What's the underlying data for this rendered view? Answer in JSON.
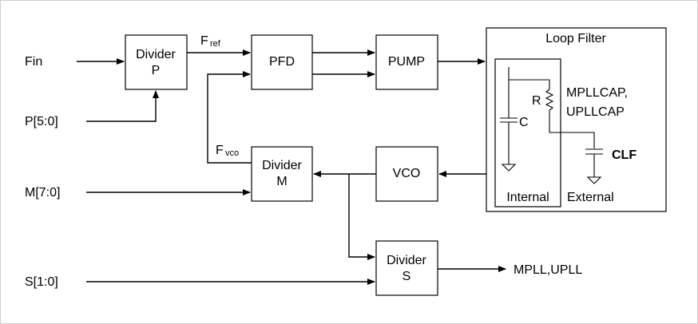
{
  "inputs": {
    "fin": "Fin",
    "p": "P[5:0]",
    "m": "M[7:0]",
    "s": "S[1:0]"
  },
  "blocks": {
    "divider_p": {
      "line1": "Divider",
      "line2": "P"
    },
    "pfd": "PFD",
    "pump": "PUMP",
    "vco": "VCO",
    "divider_m": {
      "line1": "Divider",
      "line2": "M"
    },
    "divider_s": {
      "line1": "Divider",
      "line2": "S"
    }
  },
  "signals": {
    "fref_main": "F",
    "fref_sub": "ref",
    "fvco_main": "F",
    "fvco_sub": "vco"
  },
  "loop_filter": {
    "title": "Loop Filter",
    "resistor": "R",
    "capacitor": "C",
    "cap_names_line1": "MPLLCAP,",
    "cap_names_line2": "UPLLCAP",
    "clf": "CLF",
    "internal": "Internal",
    "external": "External"
  },
  "output": "MPLL,UPLL"
}
